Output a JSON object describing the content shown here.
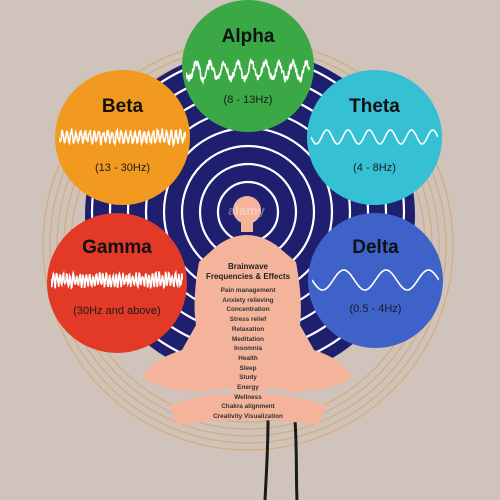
{
  "waves": [
    {
      "name": "Alpha",
      "freq": "(8 - 13Hz)",
      "color": "#3aa845"
    },
    {
      "name": "Beta",
      "freq": "(13 - 30Hz)",
      "color": "#f29a1f"
    },
    {
      "name": "Theta",
      "freq": "(4 - 8Hz)",
      "color": "#35c0d4"
    },
    {
      "name": "Gamma",
      "freq": "(30Hz and above)",
      "color": "#e23a27"
    },
    {
      "name": "Delta",
      "freq": "(0.5 - 4Hz)",
      "color": "#3f62c9"
    }
  ],
  "effects": {
    "title_line1": "Brainwave",
    "title_line2": "Frequencies & Effects",
    "items": [
      "Pain management",
      "Anxiety relieving",
      "Concentration",
      "Stress relief",
      "Relaxation",
      "Meditation",
      "Insomnia",
      "Health",
      "Sleep",
      "Study",
      "Energy",
      "Wellness",
      "Chakra alignment",
      "Creativity Visualization"
    ]
  },
  "colors": {
    "background": "#cfc3bc",
    "disc": "#1e1f6e",
    "rings": "#ffffff",
    "figure": "#f4b49c",
    "wave_line": "#ffffff"
  }
}
